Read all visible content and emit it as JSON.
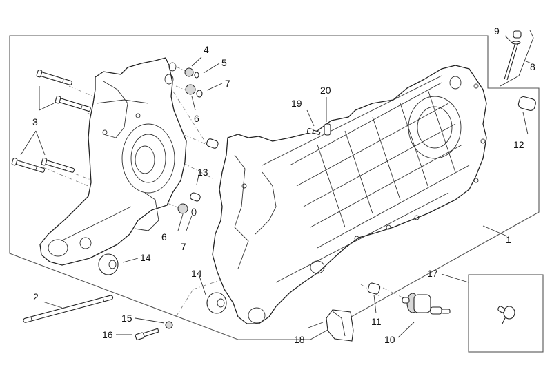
{
  "diagram": {
    "title": "Crankcase exploded parts diagram",
    "callouts": [
      {
        "id": "c1",
        "text": "1"
      },
      {
        "id": "c2",
        "text": "2"
      },
      {
        "id": "c3",
        "text": "3"
      },
      {
        "id": "c4",
        "text": "4"
      },
      {
        "id": "c5",
        "text": "5"
      },
      {
        "id": "c6a",
        "text": "6"
      },
      {
        "id": "c6b",
        "text": "6"
      },
      {
        "id": "c7a",
        "text": "7"
      },
      {
        "id": "c7b",
        "text": "7"
      },
      {
        "id": "c8",
        "text": "8"
      },
      {
        "id": "c9",
        "text": "9"
      },
      {
        "id": "c10",
        "text": "10"
      },
      {
        "id": "c11",
        "text": "11"
      },
      {
        "id": "c12",
        "text": "12"
      },
      {
        "id": "c13",
        "text": "13"
      },
      {
        "id": "c14a",
        "text": "14"
      },
      {
        "id": "c14b",
        "text": "14"
      },
      {
        "id": "c15",
        "text": "15"
      },
      {
        "id": "c16",
        "text": "16"
      },
      {
        "id": "c17",
        "text": "17"
      },
      {
        "id": "c18",
        "text": "18"
      },
      {
        "id": "c19",
        "text": "19"
      },
      {
        "id": "c20",
        "text": "20"
      }
    ]
  }
}
